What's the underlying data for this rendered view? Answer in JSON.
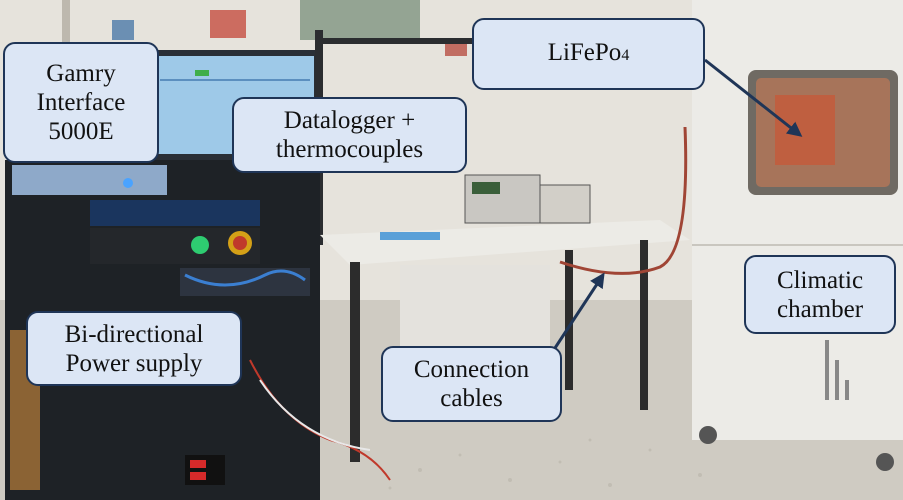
{
  "labels": {
    "gamry": {
      "lines": [
        "Gamry",
        "Interface",
        "5000E"
      ]
    },
    "datalogger": {
      "lines": [
        "Datalogger +",
        "thermocouples"
      ]
    },
    "battery": {
      "text": "LiFePo",
      "subscript": "4"
    },
    "power_supply": {
      "lines": [
        "Bi-directional",
        "Power supply"
      ]
    },
    "cables": {
      "lines": [
        "Connection",
        "cables"
      ]
    },
    "chamber": {
      "lines": [
        "Climatic",
        "chamber"
      ]
    }
  },
  "colors": {
    "label_fill": "#dce6f5",
    "label_border": "#1f3557",
    "arrow": "#1f3557",
    "rack": "#1e2226",
    "monitor_screen": "#9ec9e8",
    "chamber_body": "#ecebe7"
  }
}
